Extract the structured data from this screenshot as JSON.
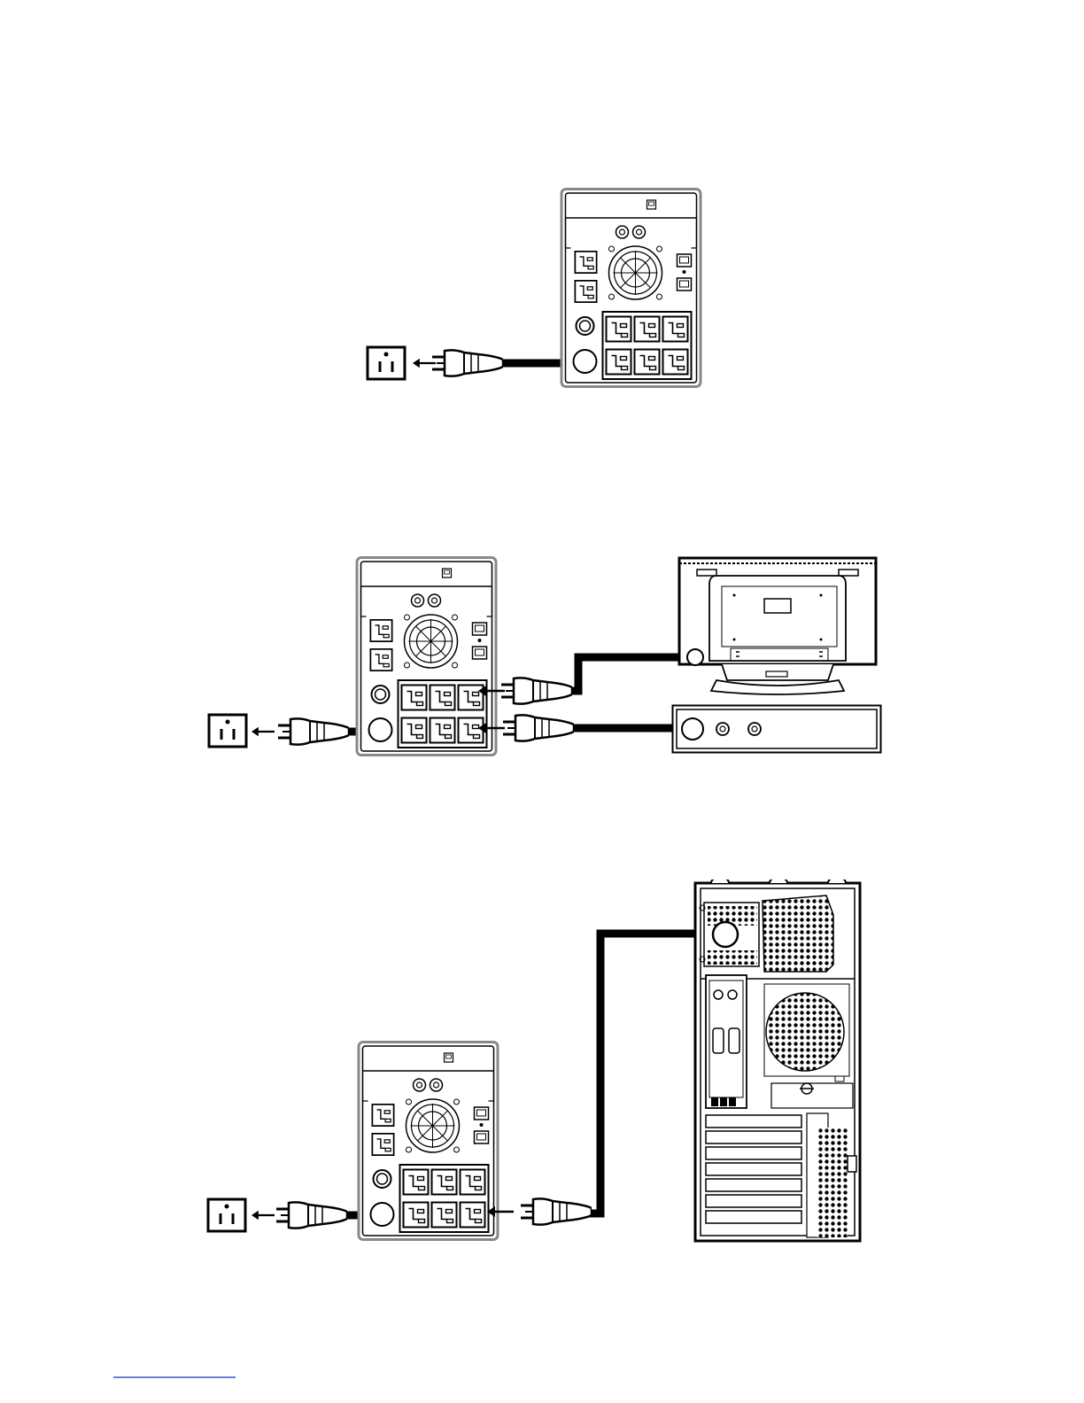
{
  "page": {
    "background": "#ffffff",
    "ink": "#000000",
    "cable": "#000000",
    "footnote_rule": "#3355cc"
  },
  "diagrams": [
    {
      "id": "step-1",
      "ups_connected_to": "wall-outlet",
      "equipment": []
    },
    {
      "id": "step-2",
      "ups_connected_to": "wall-outlet",
      "equipment": [
        "lcd-tv",
        "av-receiver"
      ]
    },
    {
      "id": "step-3",
      "ups_connected_to": "wall-outlet",
      "equipment": [
        "desktop-pc-tower"
      ]
    }
  ],
  "icons": [
    "wall-outlet-icon",
    "power-plug-icon",
    "ups-rear-panel-icon",
    "cooling-fan-icon",
    "tv-rear-icon",
    "receiver-icon",
    "pc-tower-icon",
    "arrow-left-icon"
  ]
}
